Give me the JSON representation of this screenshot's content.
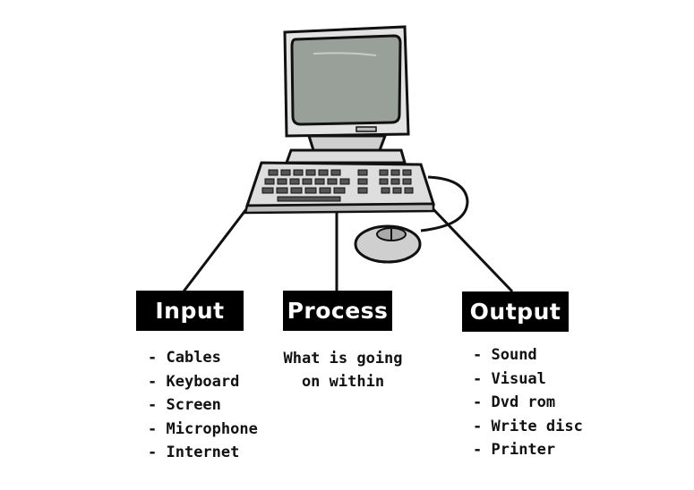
{
  "boxes": {
    "input": "Input",
    "process": "Process",
    "output": "Output"
  },
  "input_items": [
    "Cables",
    "Keyboard",
    "Screen",
    "Microphone",
    "Internet"
  ],
  "process_desc": [
    "What is going",
    "on within"
  ],
  "output_items": [
    "Sound",
    "Visual",
    "Dvd rom",
    "Write disc",
    "Printer"
  ],
  "colors": {
    "screen": "#9aa09a",
    "case": "#d9d9d9",
    "outline": "#111111",
    "box": "#000000"
  }
}
